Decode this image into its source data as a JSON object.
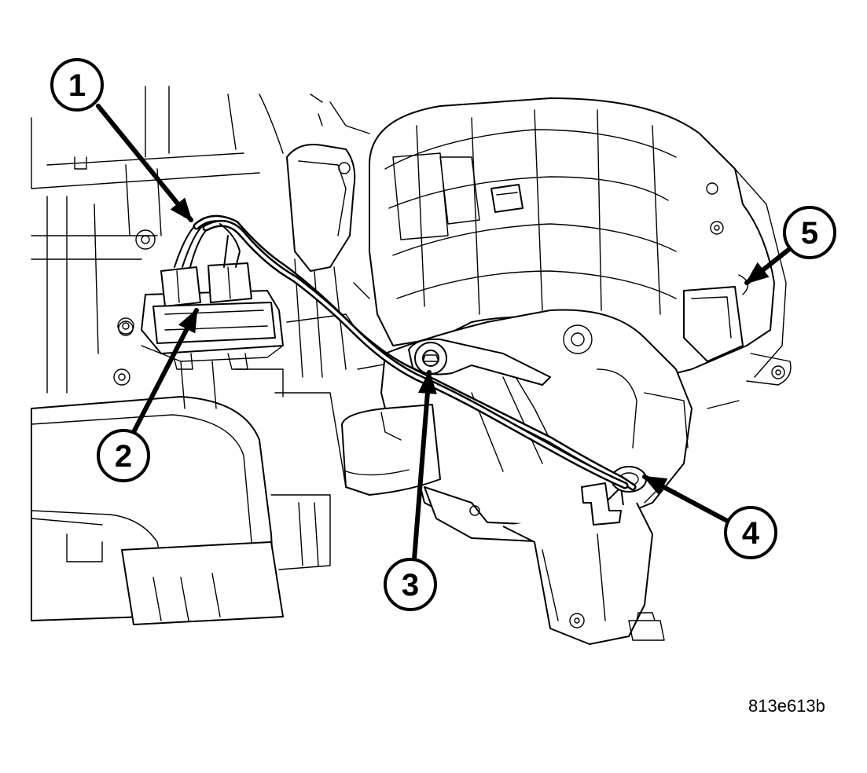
{
  "figure_id": "813e613b",
  "callouts": [
    {
      "label": "1"
    },
    {
      "label": "2"
    },
    {
      "label": "3"
    },
    {
      "label": "4"
    },
    {
      "label": "5"
    }
  ],
  "colors": {
    "ink": "#000000",
    "paper": "#ffffff"
  }
}
